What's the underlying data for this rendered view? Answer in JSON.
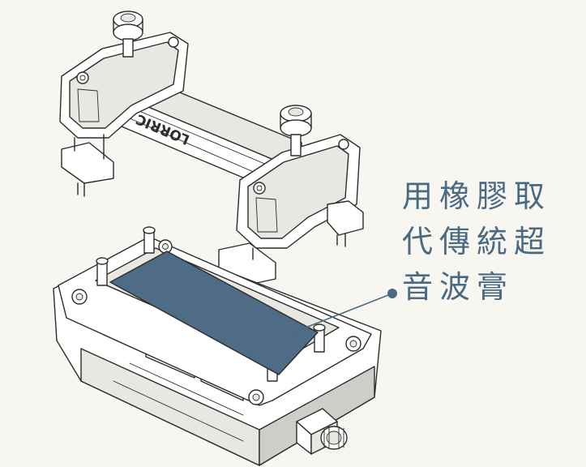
{
  "callout": {
    "lines": [
      "用橡膠取",
      "代傳統超",
      "音波膏"
    ],
    "color": "#4a6a83"
  },
  "brand": {
    "logo_text": "LORRIC"
  },
  "colors": {
    "background": "#f8f6f1",
    "pad": "#4e6c85",
    "line_art": "#2c2c2c",
    "leader": "#4a6a83"
  }
}
